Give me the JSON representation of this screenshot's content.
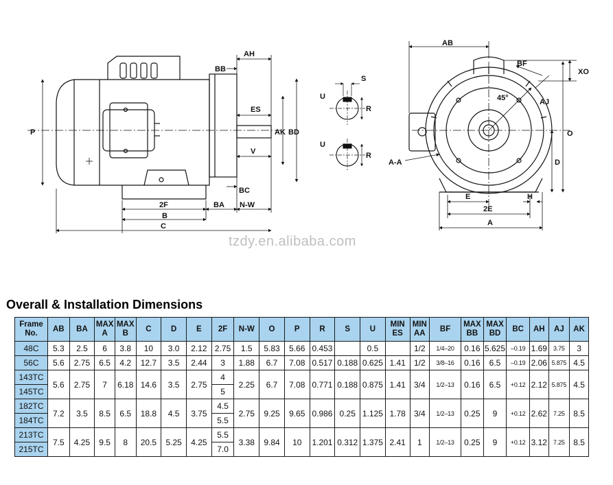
{
  "labels": {
    "side": {
      "AH": "AH",
      "BB": "BB",
      "ES": "ES",
      "AK": "AK",
      "BD": "BD",
      "V": "V",
      "P": "P",
      "BC": "BC",
      "F2": "2F",
      "BA": "BA",
      "NW": "N-W",
      "B": "B",
      "C": "C"
    },
    "shaft": {
      "S": "S",
      "U1": "U",
      "R1": "R",
      "U2": "U",
      "R2": "R"
    },
    "front": {
      "AB": "AB",
      "BF": "BF",
      "XO": "XO",
      "AJ": "AJ",
      "deg": "45°",
      "O": "O",
      "D": "D",
      "AA": "A-A",
      "E": "E",
      "H": "H",
      "E2": "2E",
      "A": "A"
    }
  },
  "watermark": "tzdy.en.alibaba.com",
  "title": "Overall & Installation Dimensions",
  "table": {
    "headers": [
      [
        "Frame",
        "No."
      ],
      [
        "AB"
      ],
      [
        "BA"
      ],
      [
        "MAX",
        "A"
      ],
      [
        "MAX",
        "B"
      ],
      [
        "C"
      ],
      [
        "D"
      ],
      [
        "E"
      ],
      [
        "2F"
      ],
      [
        "N-W"
      ],
      [
        "O"
      ],
      [
        "P"
      ],
      [
        "R"
      ],
      [
        "S"
      ],
      [
        "U"
      ],
      [
        "MIN",
        "ES"
      ],
      [
        "MIN",
        "AA"
      ],
      [
        "BF"
      ],
      [
        "MAX",
        "BB"
      ],
      [
        "MAX",
        "BD"
      ],
      [
        "BC"
      ],
      [
        "AH"
      ],
      [
        "AJ"
      ],
      [
        "AK"
      ]
    ],
    "rows": {
      "r48c": {
        "frame": "48C",
        "ab": "5.3",
        "ba": "2.5",
        "a": "6",
        "b": "3.8",
        "c": "10",
        "d": "3.0",
        "e": "2.12",
        "f2": "2.75",
        "nw": "1.5",
        "o": "5.83",
        "p": "5.66",
        "r": "0.453",
        "s": "",
        "u": "0.5",
        "es": "",
        "aa": "1/2",
        "bf": "1/4–20",
        "bb": "0.16",
        "bd": "5.625",
        "bc": "–0.19",
        "ah": "1.69",
        "aj": "3.75",
        "ak": "3"
      },
      "r56c": {
        "frame": "56C",
        "ab": "5.6",
        "ba": "2.75",
        "a": "6.5",
        "b": "4.2",
        "c": "12.7",
        "d": "3.5",
        "e": "2.44",
        "f2": "3",
        "nw": "1.88",
        "o": "6.7",
        "p": "7.08",
        "r": "0.517",
        "s": "0.188",
        "u": "0.625",
        "es": "1.41",
        "aa": "1/2",
        "bf": "3/8–16",
        "bb": "0.16",
        "bd": "6.5",
        "bc": "–0.19",
        "ah": "2.06",
        "aj": "5.875",
        "ak": "4.5"
      },
      "r143": {
        "frame": "143TC",
        "frame2": "145TC",
        "ab": "5.6",
        "ba": "2.75",
        "a": "7",
        "b": "6.18",
        "c": "14.6",
        "d": "3.5",
        "e": "2.75",
        "f2a": "4",
        "f2b": "5",
        "nw": "2.25",
        "o": "6.7",
        "p": "7.08",
        "r": "0.771",
        "s": "0.188",
        "u": "0.875",
        "es": "1.41",
        "aa": "3/4",
        "bf": "1/2–13",
        "bb": "0.16",
        "bd": "6.5",
        "bc": "+0.12",
        "ah": "2.12",
        "aj": "5.875",
        "ak": "4.5"
      },
      "r182": {
        "frame": "182TC",
        "frame2": "184TC",
        "ab": "7.2",
        "ba": "3.5",
        "a": "8.5",
        "b": "6.5",
        "c": "18.8",
        "d": "4.5",
        "e": "3.75",
        "f2a": "4.5",
        "f2b": "5.5",
        "nw": "2.75",
        "o": "9.25",
        "p": "9.65",
        "r": "0.986",
        "s": "0.25",
        "u": "1.125",
        "es": "1.78",
        "aa": "3/4",
        "bf": "1/2–13",
        "bb": "0.25",
        "bd": "9",
        "bc": "+0.12",
        "ah": "2.62",
        "aj": "7.25",
        "ak": "8.5"
      },
      "r213": {
        "frame": "213TC",
        "frame2": "215TC",
        "ab": "7.5",
        "ba": "4.25",
        "a": "9.5",
        "b": "8",
        "c": "20.5",
        "d": "5.25",
        "e": "4.25",
        "f2a": "5.5",
        "f2b": "7.0",
        "nw": "3.38",
        "o": "9.84",
        "p": "10",
        "r": "1.201",
        "s": "0.312",
        "u": "1.375",
        "es": "2.41",
        "aa": "1",
        "bf": "1/2–13",
        "bb": "0.25",
        "bd": "9",
        "bc": "+0.12",
        "ah": "3.12",
        "aj": "7.25",
        "ak": "8.5"
      }
    }
  }
}
